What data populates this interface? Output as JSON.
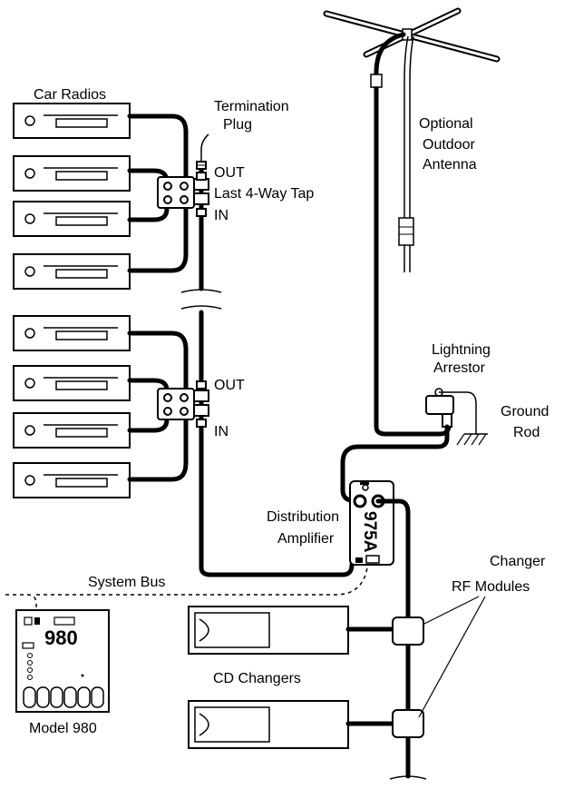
{
  "labels": {
    "car_radios": "Car Radios",
    "termination_plug": [
      "Termination",
      "Plug"
    ],
    "out": "OUT",
    "last_tap": "Last 4-Way Tap",
    "in": "IN",
    "optional_antenna": [
      "Optional",
      "Outdoor",
      "Antenna"
    ],
    "lightning_arrestor": [
      "Lightning",
      "Arrestor"
    ],
    "ground_rod": [
      "Ground",
      "Rod"
    ],
    "distribution_amplifier": [
      "Distribution",
      "Amplifier"
    ],
    "amp_model": "975A",
    "system_bus": "System Bus",
    "changer_rf_modules": [
      "Changer",
      "RF Modules"
    ],
    "cd_changers": "CD Changers",
    "model_980_number": "980",
    "model_980_caption": "Model 980"
  }
}
